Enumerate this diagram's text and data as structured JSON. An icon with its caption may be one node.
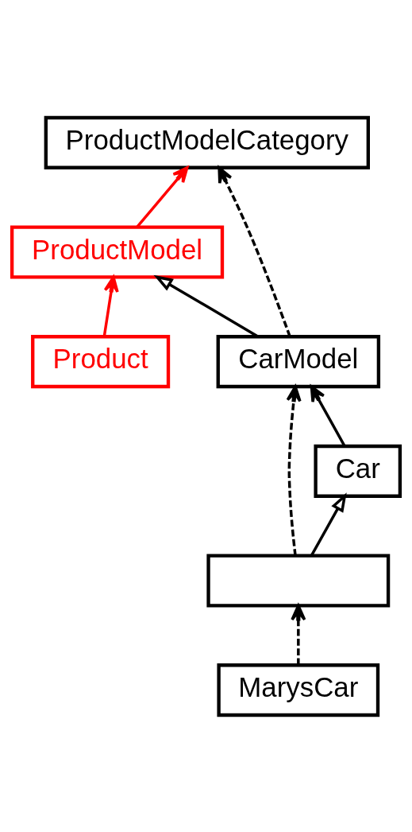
{
  "diagram": {
    "nodes": [
      {
        "text": [
          "ProductModelCategory"
        ]
      },
      {
        "text": [
          "ProductModel"
        ]
      },
      {
        "text": [
          "Product"
        ]
      },
      {
        "text": [
          "CarModel"
        ]
      },
      {
        "text": [
          "Car"
        ]
      },
      {
        "text": [],
        "shape": "box"
      },
      {
        "text": [
          "MarysCar"
        ]
      }
    ],
    "edges": [
      {
        "from": 1,
        "to": 0,
        "arrow": "to",
        "color": "#ff0000"
      },
      {
        "from": 2,
        "to": 1,
        "arrow": "to",
        "color": "#ff0000"
      },
      {
        "from": 3,
        "to": 1,
        "arrow": "to"
      },
      {
        "from": 3,
        "to": 0,
        "arrow": "to",
        "style": "dashed"
      },
      {
        "from": 4,
        "to": 3,
        "arrow": "to"
      },
      {
        "from": 5,
        "to": 4,
        "arrow": "to"
      },
      {
        "from": 5,
        "to": 3,
        "arrow": "to",
        "style": "dashed"
      },
      {
        "from": 6,
        "to": 5,
        "arrow": "to",
        "style": "dashed"
      }
    ]
  }
}
